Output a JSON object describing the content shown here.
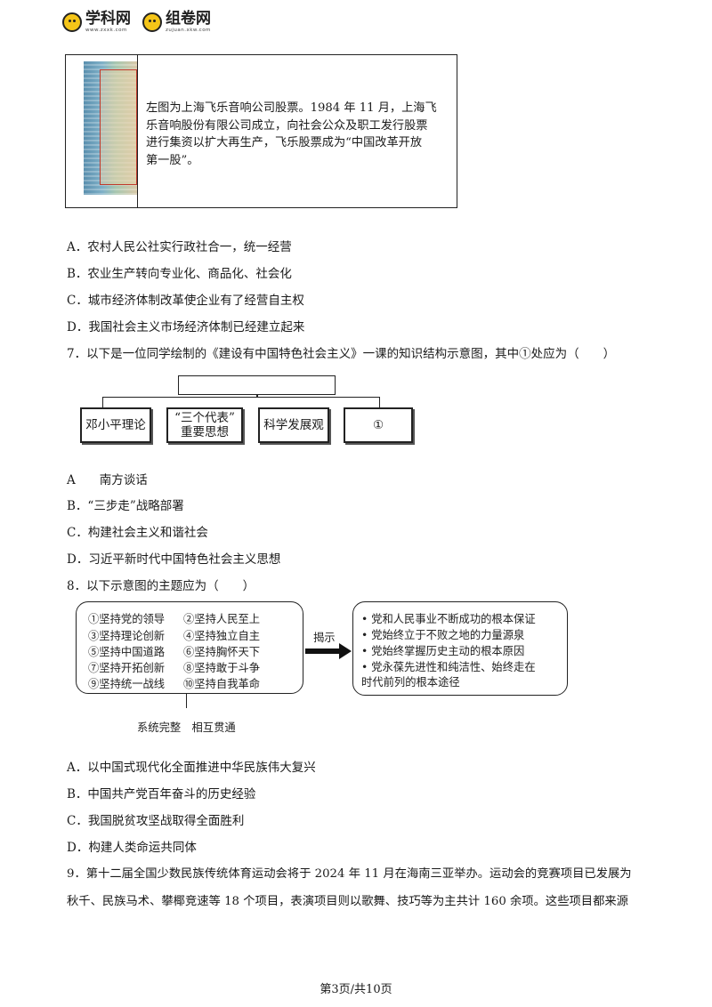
{
  "header": {
    "logo1": {
      "name": "学科网",
      "url": "www.zxxk.com"
    },
    "logo2": {
      "name": "组卷网",
      "url": "zujuan.xkw.com"
    }
  },
  "stock": {
    "lines": [
      "左图为上海飞乐音响公司股票。1984 年 11 月，上海飞",
      "乐音响股份有限公司成立，向社会公众及职工发行股票",
      "进行集资以扩大再生产，飞乐股票成为“中国改革开放",
      "第一股”。"
    ]
  },
  "q6_options": [
    "A．农村人民公社实行政社合一，统一经营",
    "B．农业生产转向专业化、商品化、社会化",
    "C．城市经济体制改革使企业有了经营自主权",
    "D．我国社会主义市场经济体制已经建立起来"
  ],
  "q7": {
    "stem": "7．以下是一位同学绘制的《建设有中国特色社会主义》一课的知识结构示意图，其中①处应为（　　）",
    "boxes": [
      "邓小平理论",
      "“三个代表”",
      "重要思想",
      "科学发展观",
      "①"
    ],
    "options": [
      "A　　南方谈话",
      "B．“三步走”战略部署",
      "C．构建社会主义和谐社会",
      "D．习近平新时代中国特色社会主义思想"
    ]
  },
  "q8": {
    "stem": "8．以下示意图的主题应为（　　）",
    "left_items": [
      "①坚持党的领导",
      "②坚持人民至上",
      "③坚持理论创新",
      "④坚持独立自主",
      "⑤坚持中国道路",
      "⑥坚持胸怀天下",
      "⑦坚持开拓创新",
      "⑧坚持敢于斗争",
      "⑨坚持统一战线",
      "⑩坚持自我革命"
    ],
    "arrow_label": "揭示",
    "right_lines": [
      "• 党和人民事业不断成功的根本保证",
      "• 党始终立于不败之地的力量源泉",
      "• 党始终掌握历史主动的根本原因",
      "• 党永葆先进性和纯洁性、始终走在",
      "时代前列的根本途径"
    ],
    "caption": "系统完整　相互贯通",
    "options": [
      "A．以中国式现代化全面推进中华民族伟大复兴",
      "B．中国共产党百年奋斗的历史经验",
      "C．我国脱贫攻坚战取得全面胜利",
      "D．构建人类命运共同体"
    ]
  },
  "q9": {
    "lines": [
      "9．第十二届全国少数民族传统体育运动会将于 2024 年 11 月在海南三亚举办。运动会的竞赛项目已发展为",
      "秋千、民族马术、攀椰竞速等 18 个项目，表演项目则以歌舞、技巧等为主共计 160 余项。这些项目都来源"
    ]
  },
  "footer": {
    "page": "第3页/共10页"
  }
}
